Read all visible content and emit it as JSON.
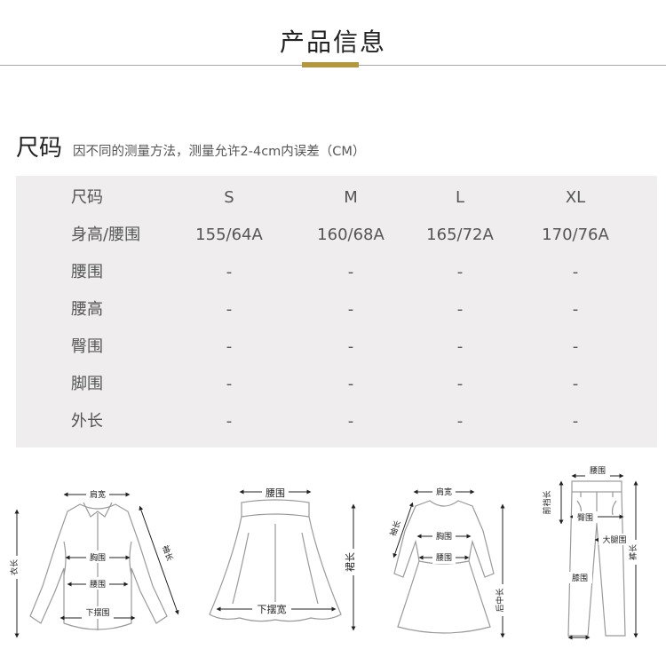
{
  "header": {
    "title": "产品信息"
  },
  "size_section": {
    "heading": "尺码",
    "note": "因不同的测量方法，测量允许2-4cm内误差（CM）"
  },
  "size_table": {
    "rows": [
      [
        "尺码",
        "S",
        "M",
        "L",
        "XL"
      ],
      [
        "身高/腰围",
        "155/64A",
        "160/68A",
        "165/72A",
        "170/76A"
      ],
      [
        "腰围",
        "-",
        "-",
        "-",
        "-"
      ],
      [
        "腰高",
        "-",
        "-",
        "-",
        "-"
      ],
      [
        "臀围",
        "-",
        "-",
        "-",
        "-"
      ],
      [
        "脚围",
        "-",
        "-",
        "-",
        "-"
      ],
      [
        "外长",
        "-",
        "-",
        "-",
        "-"
      ]
    ]
  },
  "diagrams": {
    "shirt": {
      "shoulder": "肩宽",
      "chest": "胸围",
      "waist": "腰围",
      "hem": "下摆围",
      "length": "衣长",
      "sleeve": "袖长"
    },
    "skirt": {
      "waist": "腰围",
      "hem": "下摆宽",
      "length": "裙长"
    },
    "dress": {
      "shoulder": "肩宽",
      "sleeve": "袖长",
      "chest": "胸围",
      "waist": "腰围",
      "back_length": "后中长"
    },
    "pants": {
      "waist": "腰围",
      "front_rise": "前裆长",
      "hip": "臀围",
      "thigh": "大腿围",
      "knee": "膝围",
      "length": "裤长"
    }
  }
}
